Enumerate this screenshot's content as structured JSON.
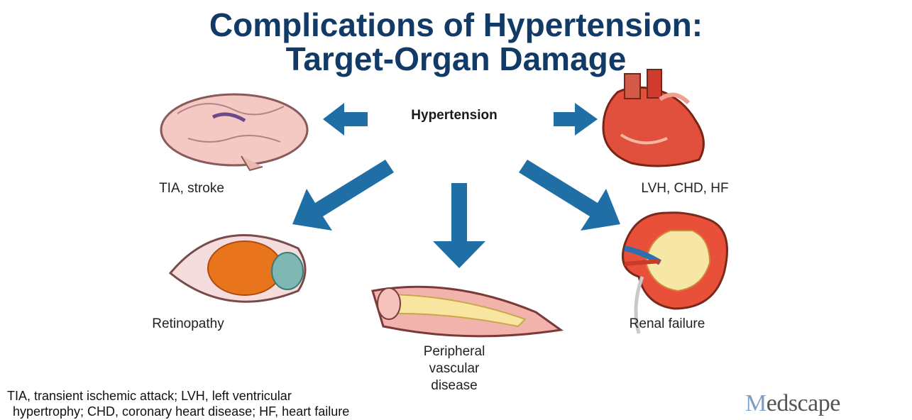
{
  "title_line1": "Complications of Hypertension:",
  "title_line2": "Target-Organ Damage",
  "center": "Hypertension",
  "organs": {
    "brain": "TIA, stroke",
    "heart": "LVH, CHD, HF",
    "eye": "Retinopathy",
    "vessel": [
      "Peripheral",
      "vascular",
      "disease"
    ],
    "kidney": "Renal failure"
  },
  "footnote_line1": "TIA, transient ischemic attack; LVH, left ventricular",
  "footnote_line2": "hypertrophy; CHD, coronary heart disease; HF, heart failure",
  "logo": {
    "prefix": "M",
    "rest": "edscape"
  },
  "colors": {
    "arrow": "#1f6fa6",
    "title": "#123a66"
  }
}
